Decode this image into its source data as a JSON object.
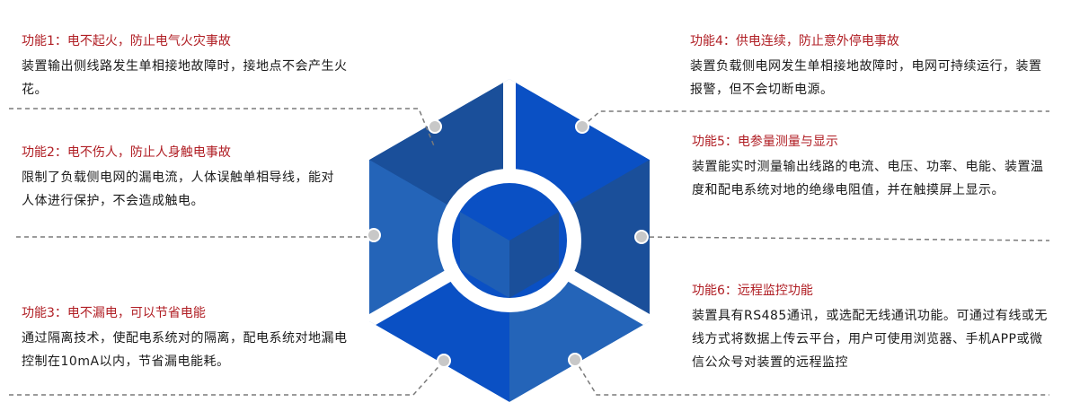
{
  "colors": {
    "accent_red": "#b01e24",
    "hex_dark": "#1a4f9a",
    "hex_mid": "#2464b8",
    "hex_bright": "#0a50c4",
    "hex_light": "#1f5fb5",
    "connector": "#7a7a7a",
    "node_fill": "#c8c8c8"
  },
  "features": [
    {
      "title": "功能1：电不起火，防止电气火灾事故",
      "desc": "装置输出侧线路发生单相接地故障时，接地点不会产生火花。"
    },
    {
      "title": "功能2：电不伤人，防止人身触电事故",
      "desc": "限制了负载侧电网的漏电流，人体误触单相导线，能对人体进行保护，不会造成触电。"
    },
    {
      "title": "功能3：电不漏电，可以节省电能",
      "desc": "通过隔离技术，使配电系统对的隔离，配电系统对地漏电控制在10mA以内，节省漏电能耗。"
    },
    {
      "title": "功能4：供电连续，防止意外停电事故",
      "desc": "装置负载侧电网发生单相接地故障时，电网可持续运行，装置报警，但不会切断电源。"
    },
    {
      "title": "功能5：电参量测量与显示",
      "desc": "装置能实时测量输出线路的电流、电压、功率、电能、装置温度和配电系统对地的绝缘电阻值，并在触摸屏上显示。"
    },
    {
      "title": "功能6：远程监控功能",
      "desc": "装置具有RS485通讯，或选配无线通讯功能。可通过有线或无线方式将数据上传云平台，用户可使用浏览器、手机APP或微信公众号对装置的远程监控"
    }
  ]
}
